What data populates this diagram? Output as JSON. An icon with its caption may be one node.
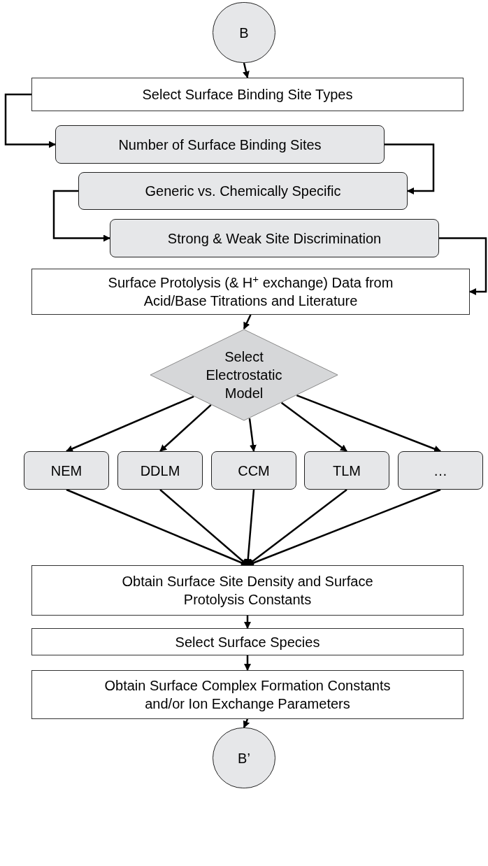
{
  "diagram": {
    "nodes": [
      {
        "text": [
          "B"
        ]
      },
      {
        "text": [
          "Select Surface Binding Site Types"
        ]
      },
      {
        "text": [
          "Number of Surface Binding Sites"
        ]
      },
      {
        "text": [
          "Generic vs. Chemically Specific"
        ]
      },
      {
        "text": [
          "Strong & Weak Site Discrimination"
        ]
      },
      {
        "text": [
          "Surface Protolysis (& H$^{+}$ exchange) Data from Acid/Base Titrations and Literature"
        ]
      },
      {
        "text": [
          "Select Electrostatic Model"
        ]
      },
      {
        "text": [
          "NEM"
        ]
      },
      {
        "text": [
          "DDLM"
        ]
      },
      {
        "text": [
          "CCM"
        ]
      },
      {
        "text": [
          "TLM"
        ]
      },
      {
        "text": [
          "…"
        ]
      },
      {
        "text": [
          "Obtain Surface Site Density and Surface Protolysis Constants"
        ]
      },
      {
        "text": [
          "Select Surface Species"
        ]
      },
      {
        "text": [
          "Obtain Surface Complex Formation Constants and/or Ion Exchange Parameters"
        ]
      },
      {
        "text": [
          "B’"
        ]
      }
    ],
    "edges": [
      {
        "from": 0,
        "to": 1,
        "arrow": "to"
      },
      {
        "from": 1,
        "to": 2,
        "arrow": "to"
      },
      {
        "from": 2,
        "to": 3,
        "arrow": "to"
      },
      {
        "from": 3,
        "to": 4,
        "arrow": "to"
      },
      {
        "from": 4,
        "to": 5,
        "arrow": "to"
      },
      {
        "from": 5,
        "to": 6,
        "arrow": "to"
      },
      {
        "from": 6,
        "to": 7,
        "arrow": "to"
      },
      {
        "from": 6,
        "to": 8,
        "arrow": "to"
      },
      {
        "from": 6,
        "to": 9,
        "arrow": "to"
      },
      {
        "from": 6,
        "to": 10,
        "arrow": "to"
      },
      {
        "from": 6,
        "to": 11,
        "arrow": "to"
      },
      {
        "from": 7,
        "to": 12,
        "arrow": "to"
      },
      {
        "from": 8,
        "to": 12,
        "arrow": "to"
      },
      {
        "from": 9,
        "to": 12,
        "arrow": "to"
      },
      {
        "from": 10,
        "to": 12,
        "arrow": "to"
      },
      {
        "from": 11,
        "to": 12,
        "arrow": "to"
      },
      {
        "from": 12,
        "to": 13,
        "arrow": "to"
      },
      {
        "from": 13,
        "to": 14,
        "arrow": "to"
      },
      {
        "from": 14,
        "to": 15,
        "arrow": "to"
      }
    ]
  }
}
